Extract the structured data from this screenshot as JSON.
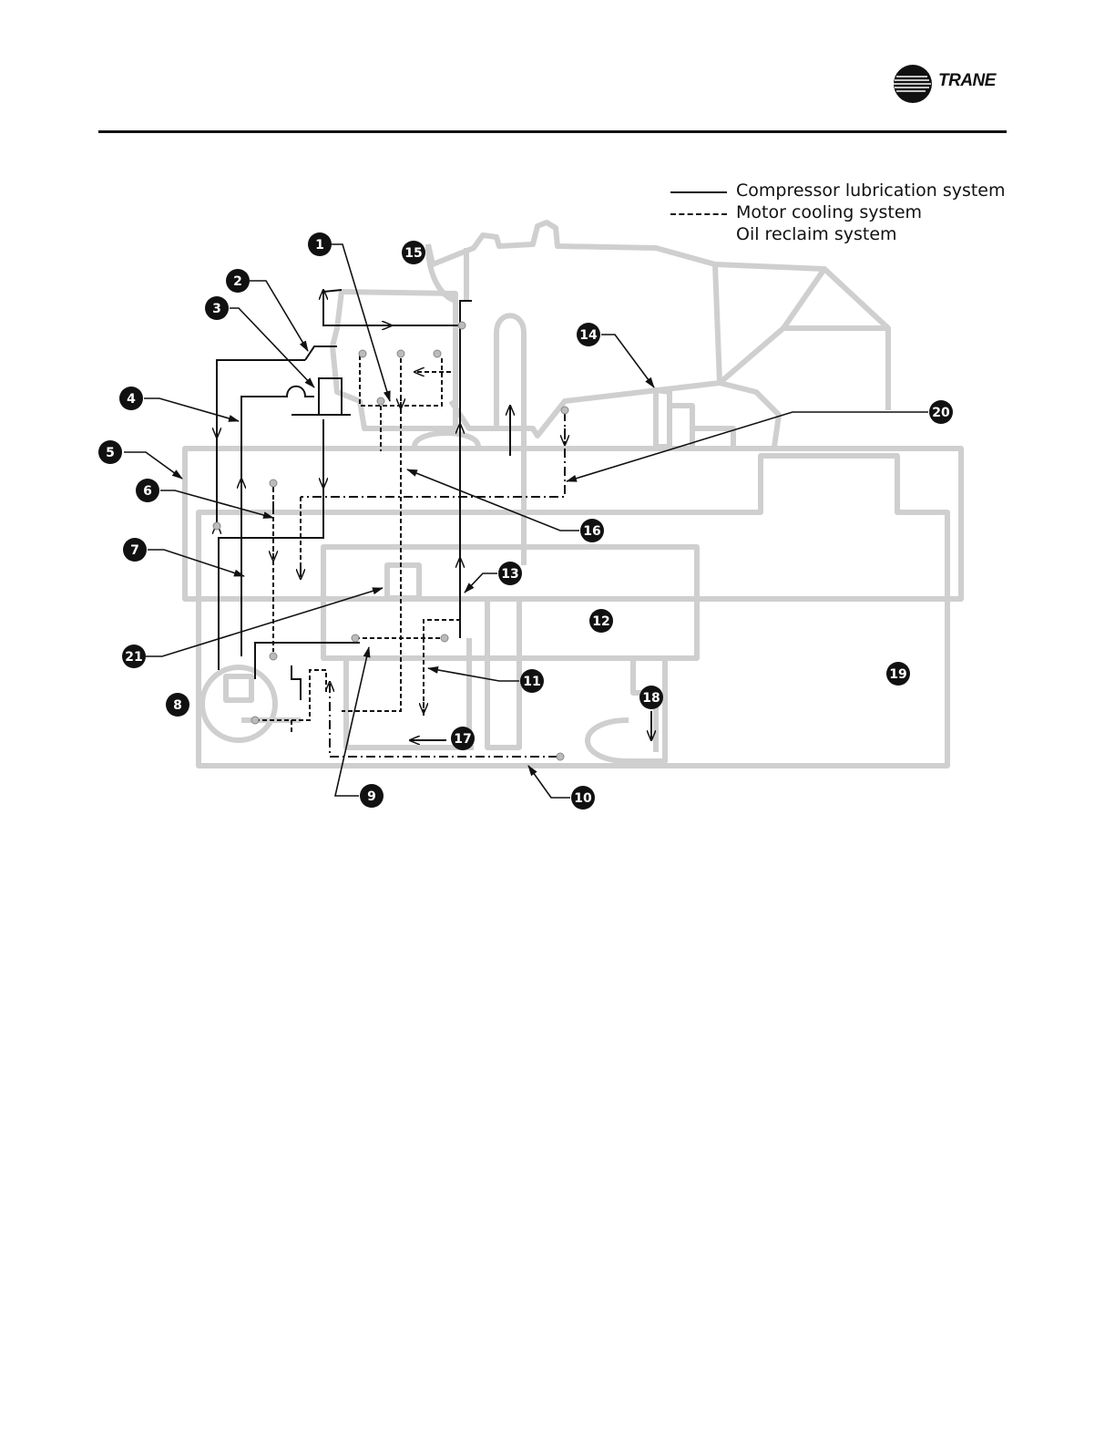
{
  "brand": {
    "name": "TRANE",
    "logo_icon": "trane-globe-icon"
  },
  "legend": [
    {
      "label": "Compressor lubrication system",
      "style": "solid"
    },
    {
      "label": "Motor cooling system",
      "style": "dashed"
    },
    {
      "label": "Oil reclaim system",
      "style": "dash-dot"
    }
  ],
  "callouts": [
    "1",
    "2",
    "3",
    "4",
    "5",
    "6",
    "7",
    "8",
    "9",
    "10",
    "11",
    "12",
    "13",
    "14",
    "15",
    "16",
    "17",
    "18",
    "19",
    "20",
    "21"
  ],
  "colors": {
    "equipment": "#cfcfcf",
    "lines": "#111111",
    "callout": "#111111"
  }
}
